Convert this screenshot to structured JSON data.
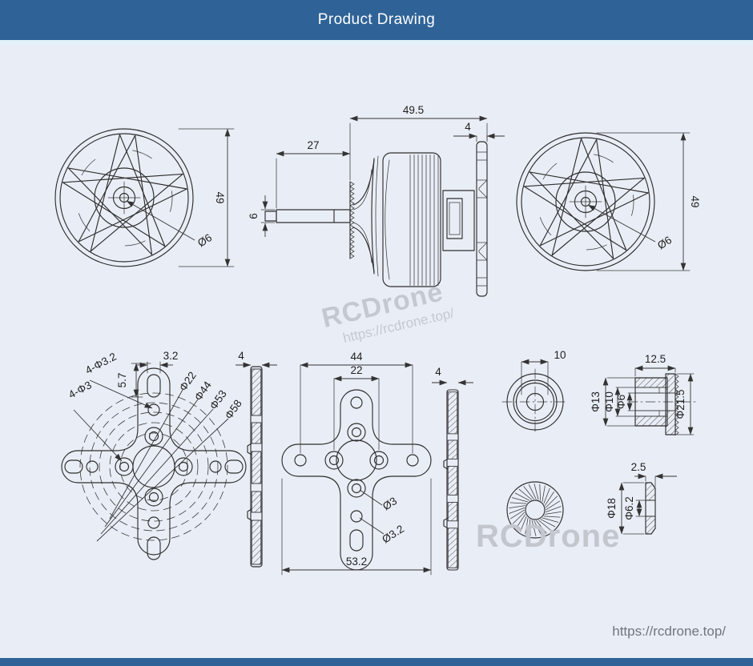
{
  "header": {
    "title": "Product Drawing"
  },
  "colors": {
    "header_bg": "#2f6397",
    "footer_bg": "#2f6397",
    "background": "#e9eef6",
    "line": "#2e2e2e",
    "watermark": "#c4c8d0",
    "url_text": "#70757e"
  },
  "watermarks": {
    "brand": "RCDrone",
    "url": "https://rcdrone.top/"
  },
  "footer": {
    "url": "https://rcdrone.top/"
  },
  "front_left": {
    "diameter": "49",
    "shaft": "Ø6"
  },
  "front_right": {
    "diameter": "49",
    "shaft": "Ø6"
  },
  "side_view": {
    "length": "49.5",
    "plate_thickness": "4",
    "shaft_length": "27",
    "shaft_diameter": "6"
  },
  "plate_left": {
    "slot_holes": "4-Φ3.2",
    "holes": "4-Φ3",
    "slot_offset": "5.7",
    "slot_width": "3.2",
    "bc1": "Φ22",
    "bc2": "Φ44",
    "bc3": "Φ53",
    "bc4": "Φ58",
    "thickness": "4"
  },
  "plate_mid": {
    "outer": "44",
    "inner": "22",
    "thickness": "4",
    "hole": "Ø3",
    "hole2": "Ø3.2",
    "overall": "53.2"
  },
  "adapter": {
    "front_dim": "10",
    "length": "12.5",
    "d13": "Φ13",
    "d10": "Φ10",
    "d6": "Φ6",
    "flange": "Φ21.5"
  },
  "washer": {
    "thickness": "2.5",
    "outer": "Φ18",
    "bore": "Φ6.2"
  }
}
